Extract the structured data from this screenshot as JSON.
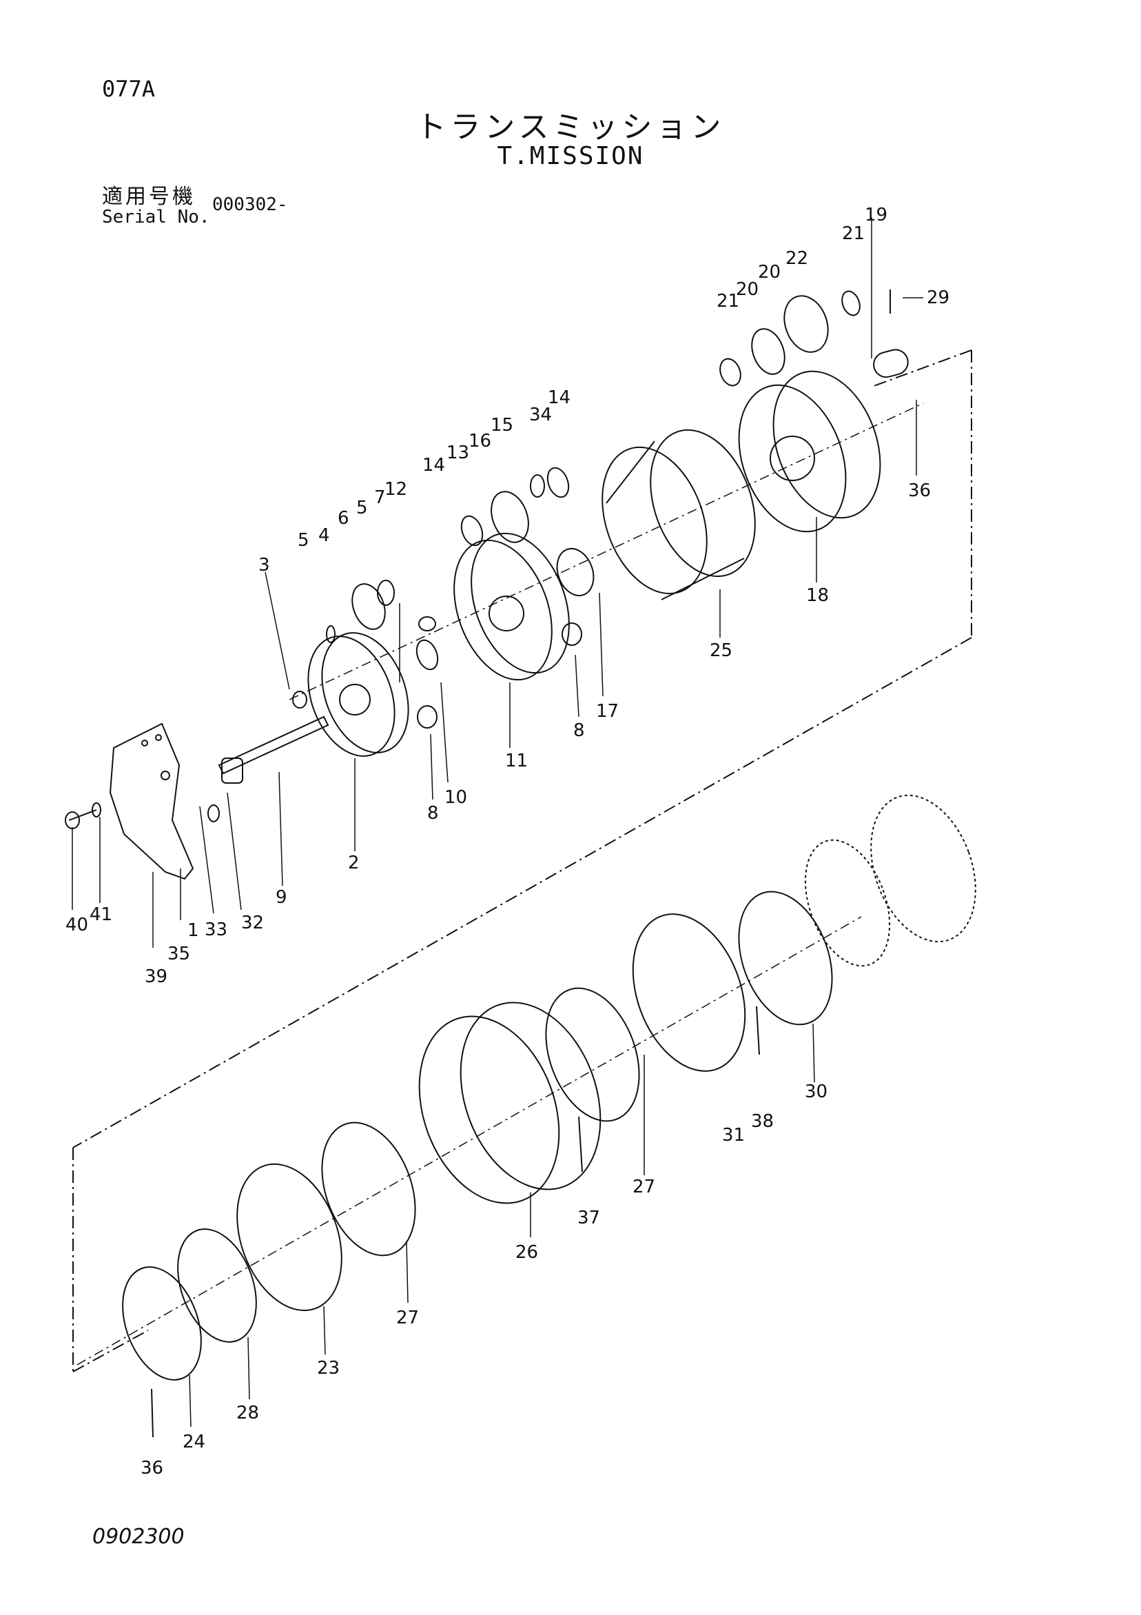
{
  "header": {
    "page_code": "077A",
    "title_jp": "トランスミッション",
    "title_en": "T.MISSION"
  },
  "serial": {
    "label_jp": "適用号機",
    "label_en": "Serial No.",
    "value": "000302-"
  },
  "footer": {
    "doc_number": "0902300"
  },
  "callouts": [
    "1",
    "2",
    "3",
    "4",
    "5",
    "5",
    "6",
    "7",
    "8",
    "8",
    "9",
    "10",
    "11",
    "12",
    "13",
    "14",
    "14",
    "15",
    "16",
    "17",
    "18",
    "19",
    "20",
    "20",
    "21",
    "21",
    "22",
    "23",
    "24",
    "25",
    "26",
    "27",
    "27",
    "28",
    "29",
    "30",
    "31",
    "32",
    "33",
    "34",
    "35",
    "36",
    "36",
    "37",
    "38",
    "39",
    "40",
    "41"
  ]
}
